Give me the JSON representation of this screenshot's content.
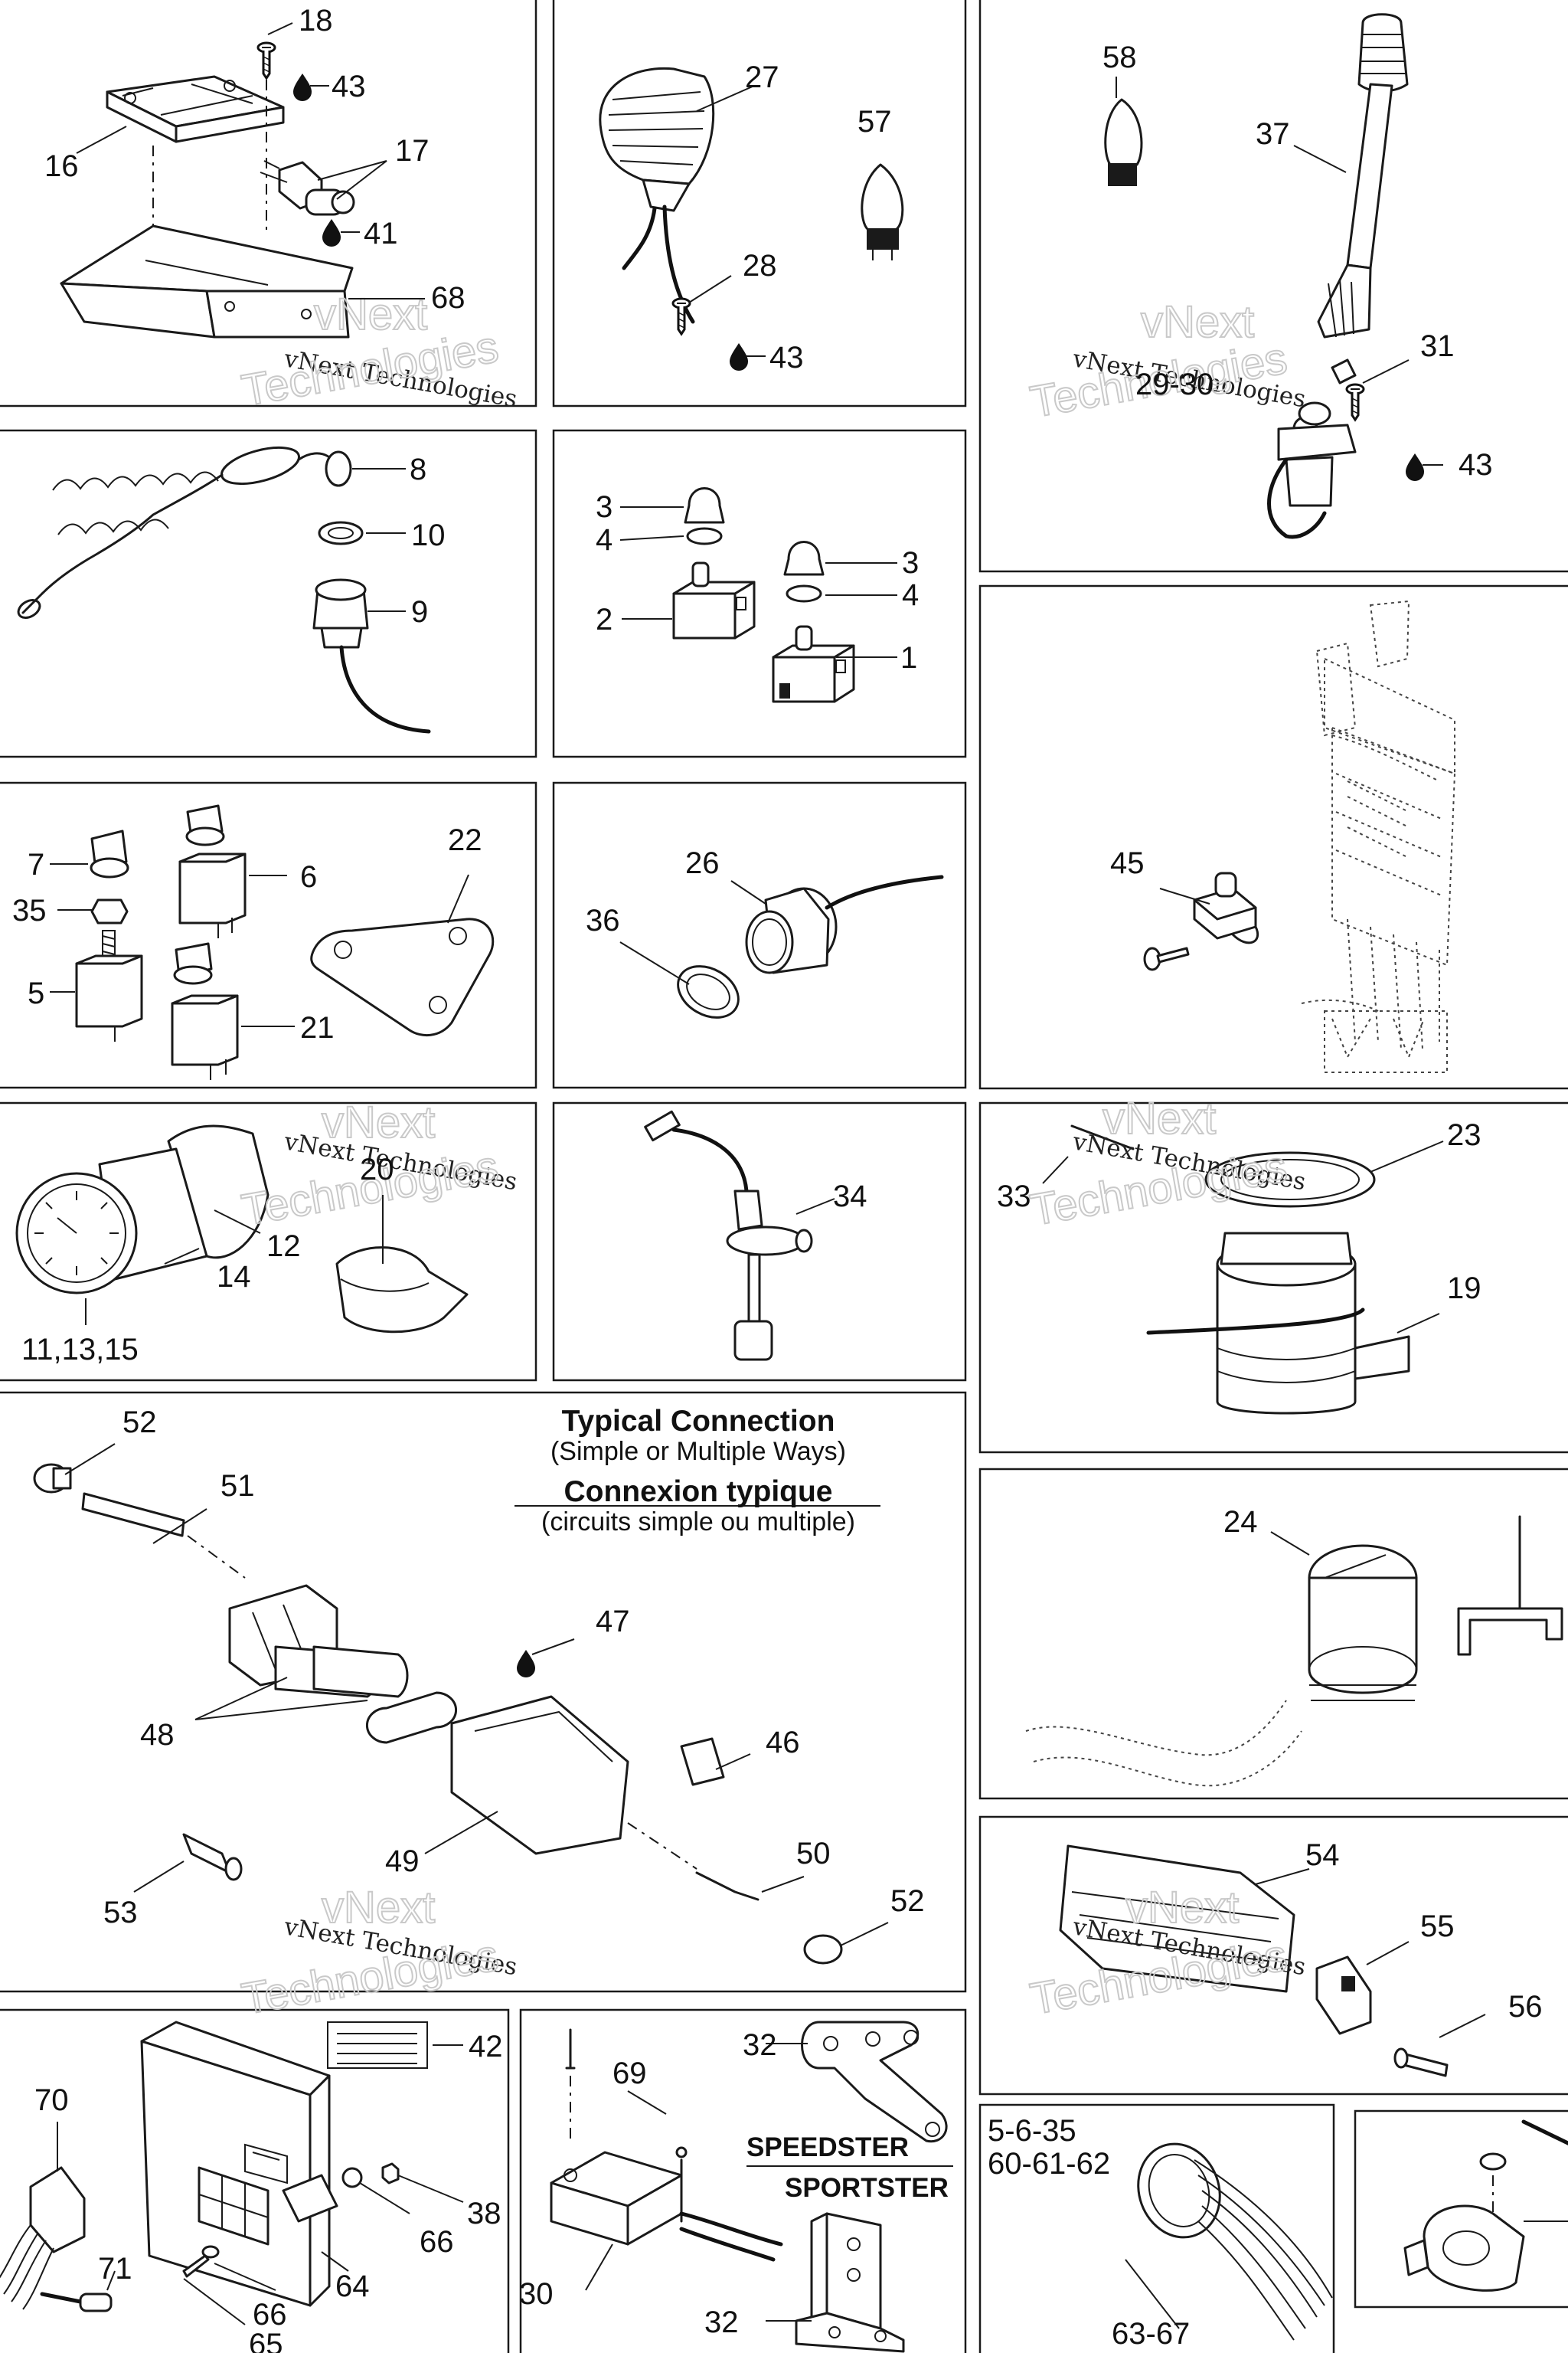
{
  "callouts": {
    "c18": "18",
    "c43a": "43",
    "c16": "16",
    "c17": "17",
    "c41": "41",
    "c68": "68",
    "c27": "27",
    "c57": "57",
    "c28": "28",
    "c43b": "43",
    "c58": "58",
    "c37": "37",
    "c31": "31",
    "c29_30": "29-30",
    "c43c": "43",
    "c8": "8",
    "c10": "10",
    "c9": "9",
    "c3a": "3",
    "c4a": "4",
    "c3b": "3",
    "c4b": "4",
    "c2": "2",
    "c1": "1",
    "c45": "45",
    "c7": "7",
    "c6": "6",
    "c35": "35",
    "c22": "22",
    "c5": "5",
    "c21": "21",
    "c26": "26",
    "c36": "36",
    "c20": "20",
    "c12": "12",
    "c14": "14",
    "c11_13_15": "11,13,15",
    "c34": "34",
    "c23": "23",
    "c33": "33",
    "c19": "19",
    "c52a": "52",
    "c51": "51",
    "c47": "47",
    "c48": "48",
    "c46": "46",
    "c49": "49",
    "c50": "50",
    "c53": "53",
    "c52b": "52",
    "c24": "24",
    "c54": "54",
    "c55": "55",
    "c56": "56",
    "c42": "42",
    "c70": "70",
    "c38": "38",
    "c66a": "66",
    "c71": "71",
    "c64": "64",
    "c66b": "66",
    "c65": "65",
    "c32a": "32",
    "c69": "69",
    "c30": "30",
    "c32b": "32",
    "c5_6_35": "5-6-35",
    "c60_61_62": "60-61-62",
    "c63_67": "63-67"
  },
  "connection_heading": {
    "title_en": "Typical Connection",
    "subtitle_en": "(Simple or Multiple Ways)",
    "title_fr": "Connexion typique",
    "subtitle_fr": "(circuits simple ou multiple)"
  },
  "models": {
    "top": "SPEEDSTER",
    "bottom": "SPORTSTER"
  },
  "watermark": {
    "line1": "vNext",
    "line2": "vNext Technologies",
    "line3": "Technologies"
  },
  "icons": {
    "drop": "lubricant-drop-icon"
  }
}
